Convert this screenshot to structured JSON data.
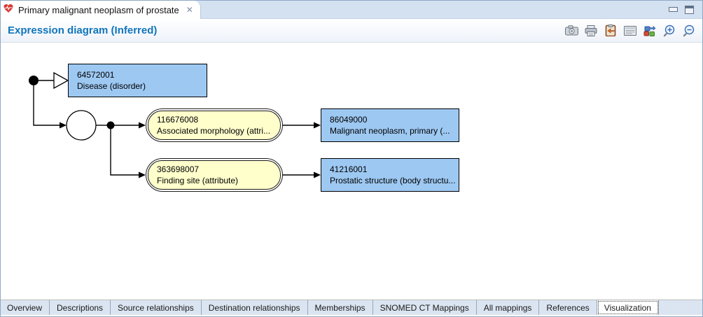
{
  "window": {
    "tab": {
      "title": "Primary malignant neoplasm of prostate",
      "icon": "heart-pulse-icon",
      "close_glyph": "✕"
    },
    "controls": {
      "minimize_icon": "minimize-icon",
      "maximize_icon": "maximize-icon"
    }
  },
  "header": {
    "title": "Expression diagram (Inferred)",
    "toolbar_icons": [
      "camera-icon",
      "print-icon",
      "clipboard-import-icon",
      "report-icon",
      "export-model-icon",
      "zoom-in-icon",
      "zoom-out-icon"
    ]
  },
  "diagram": {
    "nodes": [
      {
        "id": "64572001",
        "label": "Disease (disorder)",
        "type": "concept"
      },
      {
        "id": "116676008",
        "label": "Associated morphology (attri...",
        "type": "attribute"
      },
      {
        "id": "86049000",
        "label": "Malignant neoplasm, primary (...",
        "type": "concept"
      },
      {
        "id": "363698007",
        "label": "Finding site (attribute)",
        "type": "attribute"
      },
      {
        "id": "41216001",
        "label": "Prostatic structure (body structu...",
        "type": "concept"
      }
    ]
  },
  "bottom_tabs": {
    "items": [
      "Overview",
      "Descriptions",
      "Source relationships",
      "Destination relationships",
      "Memberships",
      "SNOMED CT Mappings",
      "All mappings",
      "References",
      "Visualization"
    ],
    "selected": "Visualization"
  },
  "colors": {
    "concept_fill": "#9dc8f2",
    "attribute_fill": "#ffffcc",
    "title_blue": "#1075bc",
    "tabrow_bg": "#d3e1f1",
    "bottombar_bg": "#dbe5f1"
  }
}
